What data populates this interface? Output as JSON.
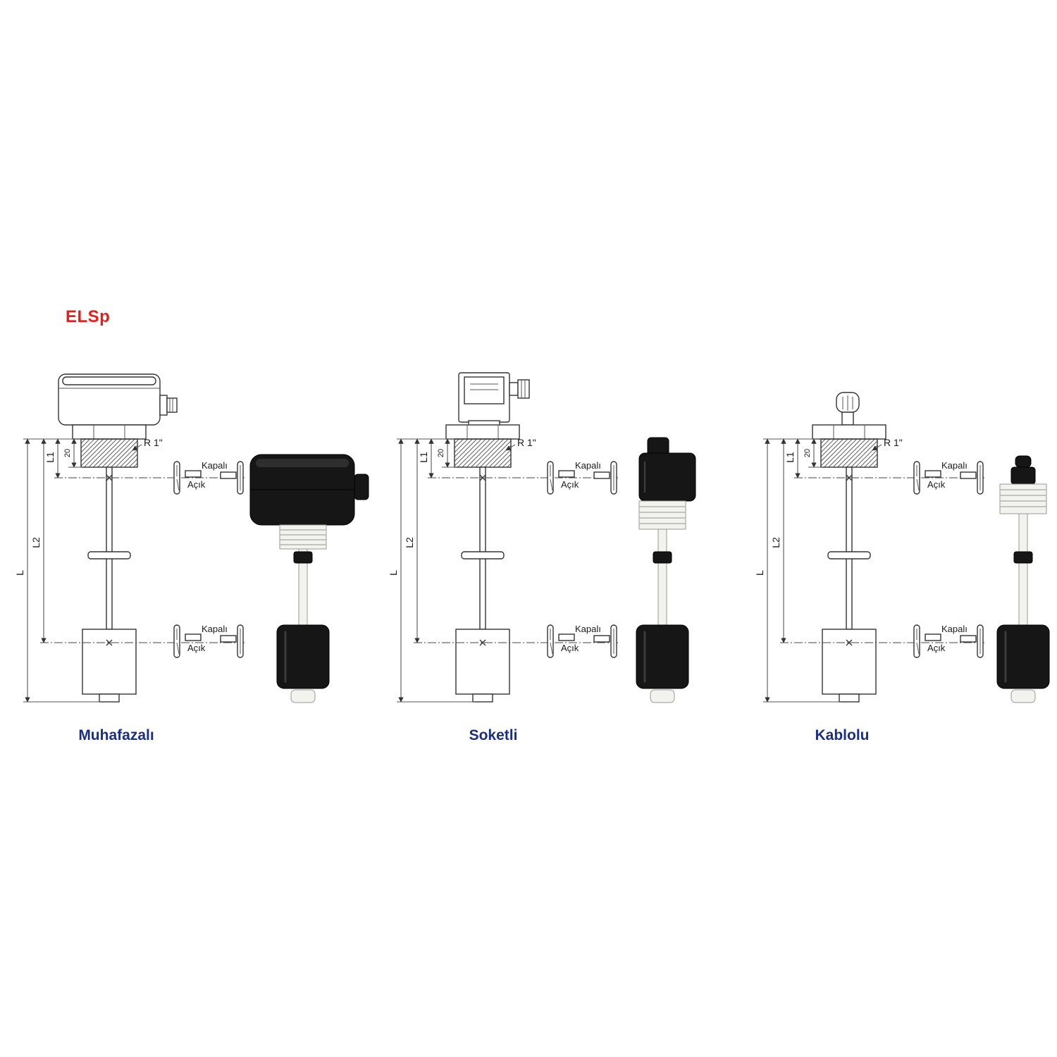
{
  "title": "ELSp",
  "colors": {
    "title": "#e01f1f",
    "caption": "#1c2f7a",
    "drawing_stroke": "#333333",
    "photo_black": "#161616",
    "photo_white": "#f2f2ee"
  },
  "labels": {
    "closed": "Kapalı",
    "open": "Açık",
    "dim_L": "L",
    "dim_L1": "L1",
    "dim_L2": "L2",
    "dim_20": "20",
    "thread": "R 1\""
  },
  "variants": [
    {
      "caption": "Muhafazalı",
      "head": "enclosure-housing"
    },
    {
      "caption": "Soketli",
      "head": "din-socket-connector"
    },
    {
      "caption": "Kablolu",
      "head": "cable-gland"
    }
  ]
}
